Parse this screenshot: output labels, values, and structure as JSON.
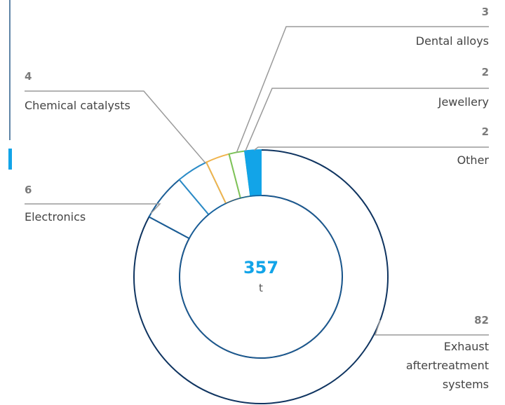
{
  "chart_data": {
    "type": "pie",
    "title": "",
    "center_value": "357",
    "center_unit": "t",
    "slices": [
      {
        "label": "Exhaust aftertreatment systems",
        "label_lines": [
          "Exhaust",
          "aftertreatment",
          "systems"
        ],
        "value": 82,
        "color": "#0f3460",
        "key": "exhaust"
      },
      {
        "label": "Electronics",
        "label_lines": [
          "Electronics"
        ],
        "value": 6,
        "color": "#1a5d96",
        "key": "electronics"
      },
      {
        "label": "Chemical catalysts",
        "label_lines": [
          "Chemical catalysts"
        ],
        "value": 4,
        "color": "#2a8bc7",
        "key": "chemical"
      },
      {
        "label": "Dental alloys",
        "label_lines": [
          "Dental alloys"
        ],
        "value": 3,
        "color": "#f0b44c",
        "key": "dental"
      },
      {
        "label": "Jewellery",
        "label_lines": [
          "Jewellery"
        ],
        "value": 2,
        "color": "#7cc35a",
        "key": "jewellery"
      },
      {
        "label": "Other",
        "label_lines": [
          "Other"
        ],
        "value": 2,
        "color": "#12a4e8",
        "key": "other"
      }
    ],
    "colors": {
      "accent_bar": "#12a4e8",
      "center_text": "#12a4e8",
      "leader": "#9a9a9a",
      "inner_circle": "#1a5d96"
    }
  }
}
